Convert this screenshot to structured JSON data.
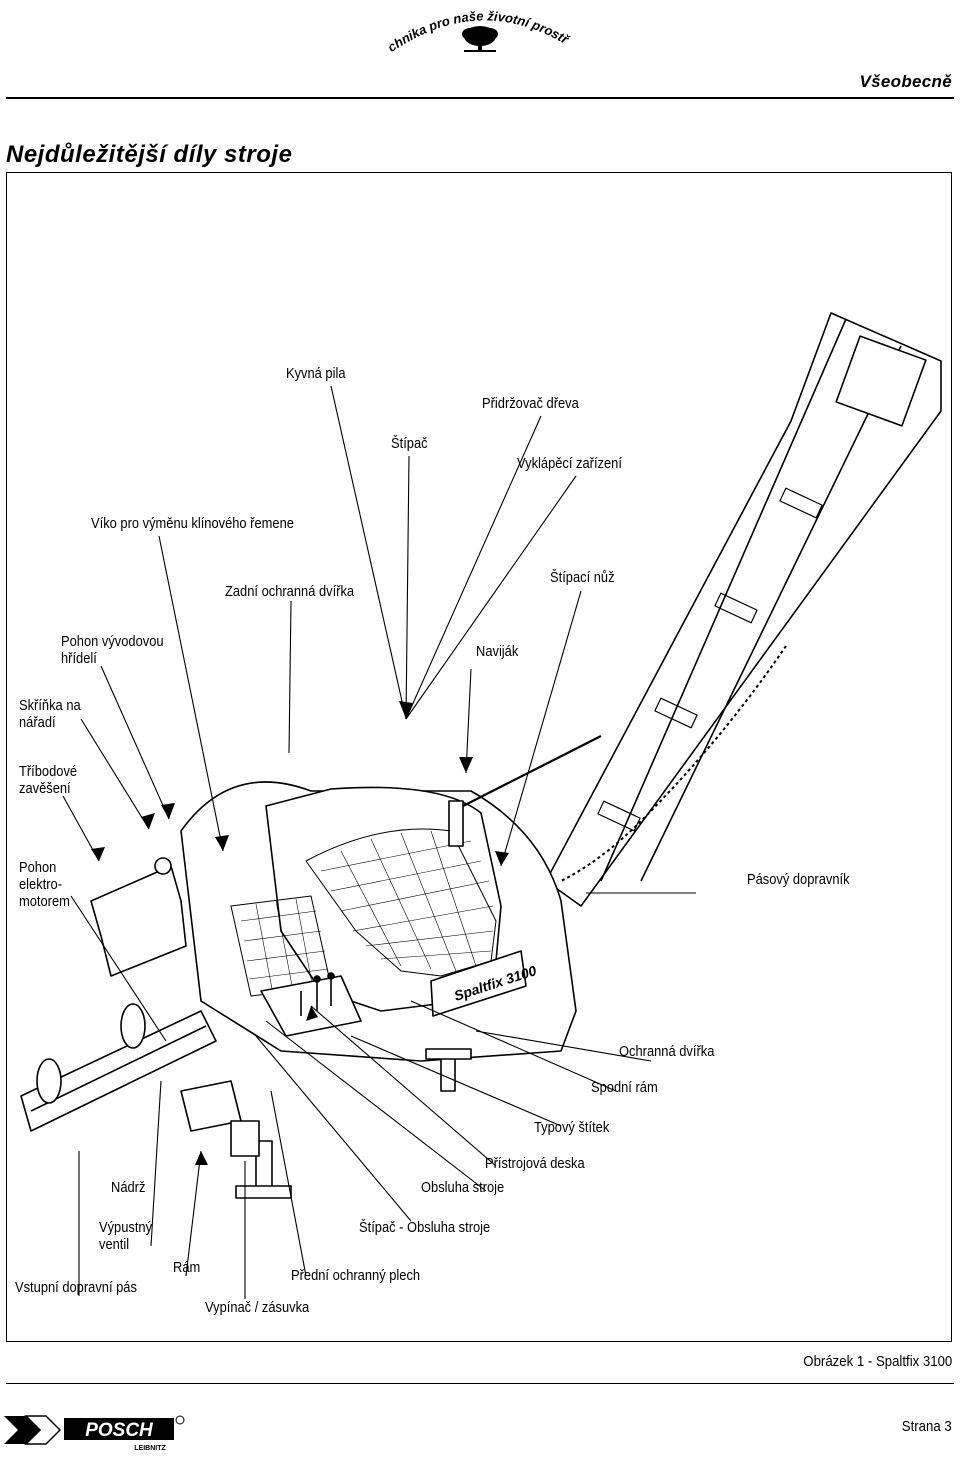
{
  "header": {
    "brand_slogan": "Technika pro naše životní prostředí",
    "section": "Všeobecně"
  },
  "title": "Nejdůležitější díly stroje",
  "figure": {
    "labels": {
      "kyvna_pila": "Kyvná pila",
      "pridrzovac_dreva": "Přidržovač dřeva",
      "stipac": "Štípač",
      "vyklapeci_zarizeni": "Vyklápěcí zařízení",
      "viko": "Víko pro výměnu klínového řemene",
      "zadni_dvirka": "Zadní ochranná dvířka",
      "stipaci_nuz": "Štípací nůž",
      "pohon_vyvodovou": "Pohon vývodovou\nhřídelí",
      "navijak": "Naviják",
      "skrinka": "Skříňka na\nnářadí",
      "tribodove": "Tříbodové\nzavěšení",
      "pohon_elektro": "Pohon\nelektro-\nmotorem",
      "pasovy": "Pásový dopravník",
      "ochranna_dvirka": "Ochranná dvířka",
      "spodni_ram": "Spodní rám",
      "typovy_stitek": "Typový štítek",
      "pristrojova_deska": "Přístrojová deska",
      "nadrz": "Nádrž",
      "obsluha_stroje": "Obsluha stroje",
      "vypustny": "Výpustný\nventil",
      "stipac_obsluha": "Štípač - Obsluha stroje",
      "ram": "Rám",
      "predni_plech": "Přední ochranný plech",
      "vstupni_pas": "Vstupní dopravní pás",
      "vypinac": "Vypínač / zásuvka"
    },
    "model_plate": "Spaltfix 3100",
    "caption": "Obrázek 1 - Spaltfix 3100"
  },
  "footer": {
    "brand": "POSCH",
    "brand_sub": "LEIBNITZ",
    "page": "Strana 3"
  }
}
